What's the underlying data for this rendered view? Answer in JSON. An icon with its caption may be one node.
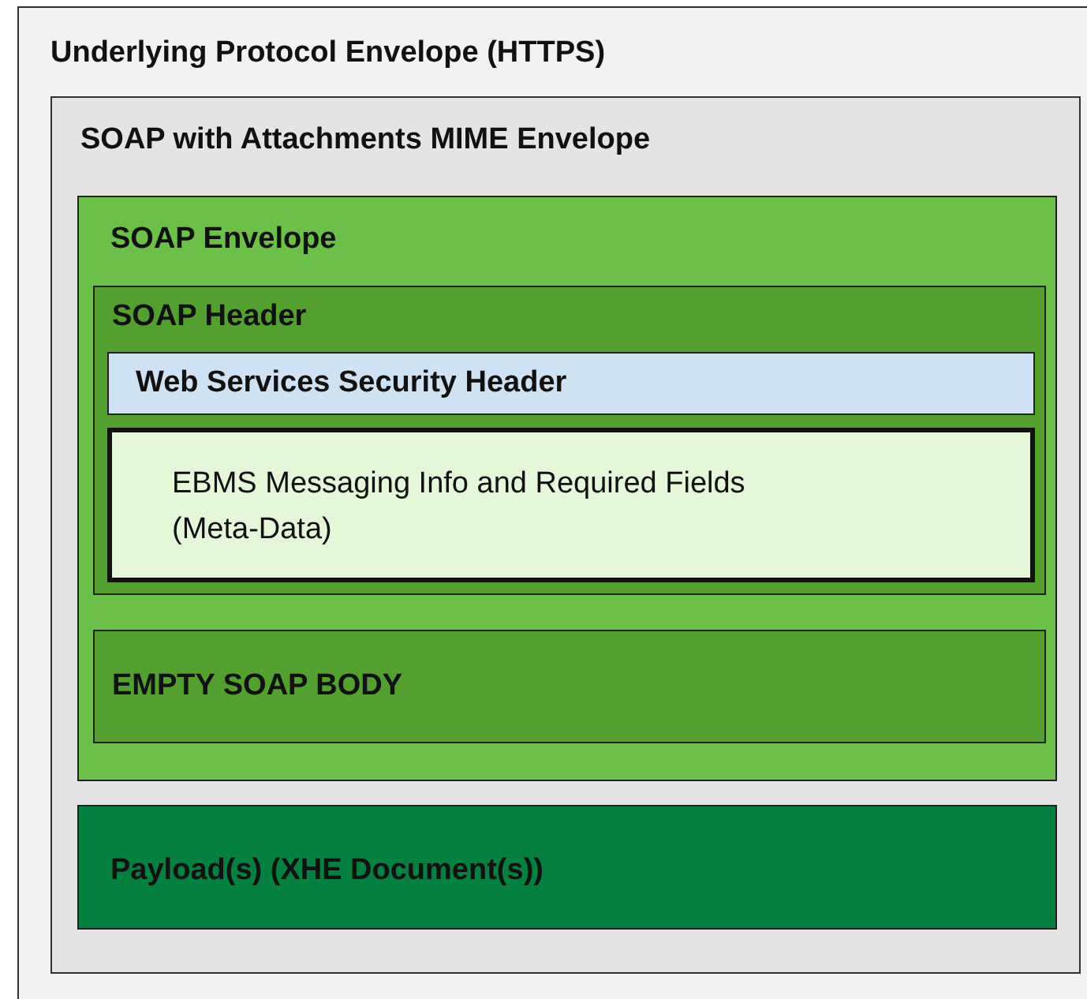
{
  "diagram": {
    "nodes": [
      {
        "text": [
          "Underlying Protocol Envelope (HTTPS)"
        ]
      },
      {
        "text": [
          "SOAP with Attachments MIME Envelope"
        ],
        "in": 0
      },
      {
        "text": [
          "SOAP Envelope"
        ],
        "in": 1
      },
      {
        "text": [
          "SOAP Header"
        ],
        "in": 2
      },
      {
        "text": [
          "Web Services Security Header"
        ],
        "in": 3
      },
      {
        "text": [
          "EBMS Messaging Info and Required Fields (Meta-Data)"
        ],
        "in": 3
      },
      {
        "text": [
          "EMPTY SOAP BODY"
        ],
        "in": 2
      },
      {
        "text": [
          "Payload(s) (XHE Document(s))"
        ],
        "in": 1
      }
    ]
  }
}
